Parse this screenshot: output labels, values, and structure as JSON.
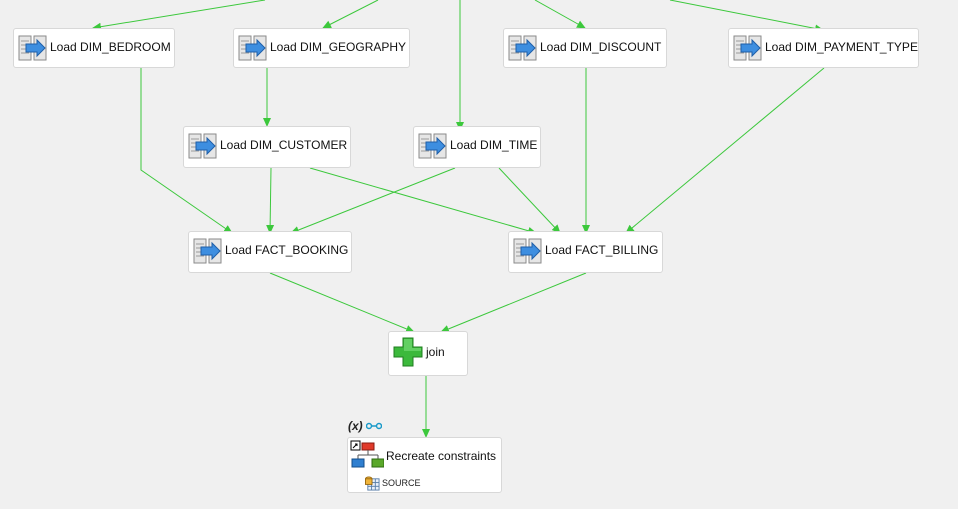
{
  "nodes": {
    "dim_bedroom": "Load DIM_BEDROOM",
    "dim_geography": "Load DIM_GEOGRAPHY",
    "dim_discount": "Load DIM_DISCOUNT",
    "dim_payment_type": "Load DIM_PAYMENT_TYPE",
    "dim_customer": "Load DIM_CUSTOMER",
    "dim_time": "Load DIM_TIME",
    "fact_booking": "Load FACT_BOOKING",
    "fact_billing": "Load FACT_BILLING",
    "join": "join",
    "recreate_constraints": "Recreate constraints",
    "source": "SOURCE",
    "vars_marker": "(x)"
  },
  "edges": [
    [
      "top-left",
      "dim_bedroom"
    ],
    [
      "top-left2",
      "dim_geography"
    ],
    [
      "top-mid",
      "dim_time"
    ],
    [
      "top-mid2",
      "dim_discount"
    ],
    [
      "top-right",
      "dim_payment_type"
    ],
    [
      "dim_bedroom",
      "fact_booking"
    ],
    [
      "dim_geography",
      "dim_customer"
    ],
    [
      "dim_customer",
      "fact_booking"
    ],
    [
      "dim_customer",
      "fact_billing"
    ],
    [
      "dim_time",
      "fact_booking"
    ],
    [
      "dim_time",
      "fact_billing"
    ],
    [
      "dim_discount",
      "fact_billing"
    ],
    [
      "dim_payment_type",
      "fact_billing"
    ],
    [
      "fact_booking",
      "join"
    ],
    [
      "fact_billing",
      "join"
    ],
    [
      "join",
      "recreate_constraints"
    ]
  ],
  "colors": {
    "edge": "#3cc83c",
    "background": "#f0f0f0",
    "node_border": "#d8d8d8"
  }
}
